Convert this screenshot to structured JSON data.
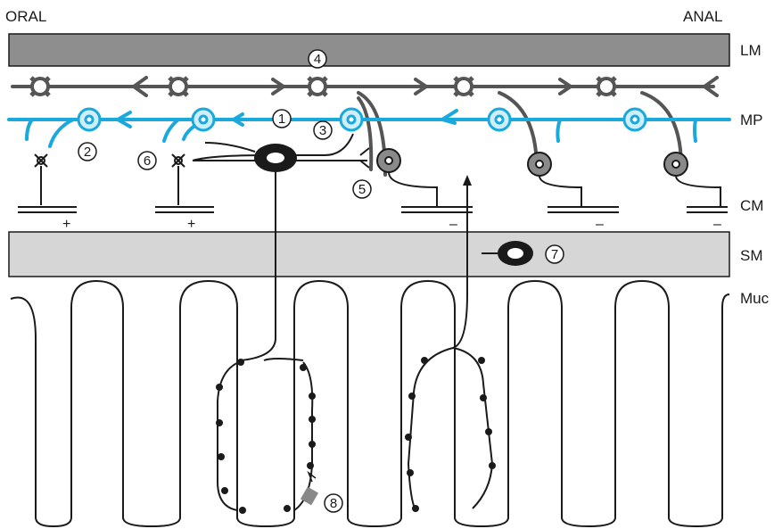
{
  "direction": {
    "oral": "ORAL",
    "anal": "ANAL"
  },
  "layers": {
    "lm": "LM",
    "mp": "MP",
    "cm": "CM",
    "sm": "SM",
    "muc": "Muc"
  },
  "markers": [
    "1",
    "2",
    "3",
    "4",
    "5",
    "6",
    "7",
    "8"
  ],
  "signs": {
    "plus": "+",
    "minus": "–"
  },
  "colors": {
    "muscle_band": "#8e8e8e",
    "submucosa_band": "#d6d6d6",
    "interneuron": "#19a9dc",
    "inhibitory_neuron": "#8a8a8a",
    "ink": "#1a1a1a",
    "sensor": "#888888"
  }
}
